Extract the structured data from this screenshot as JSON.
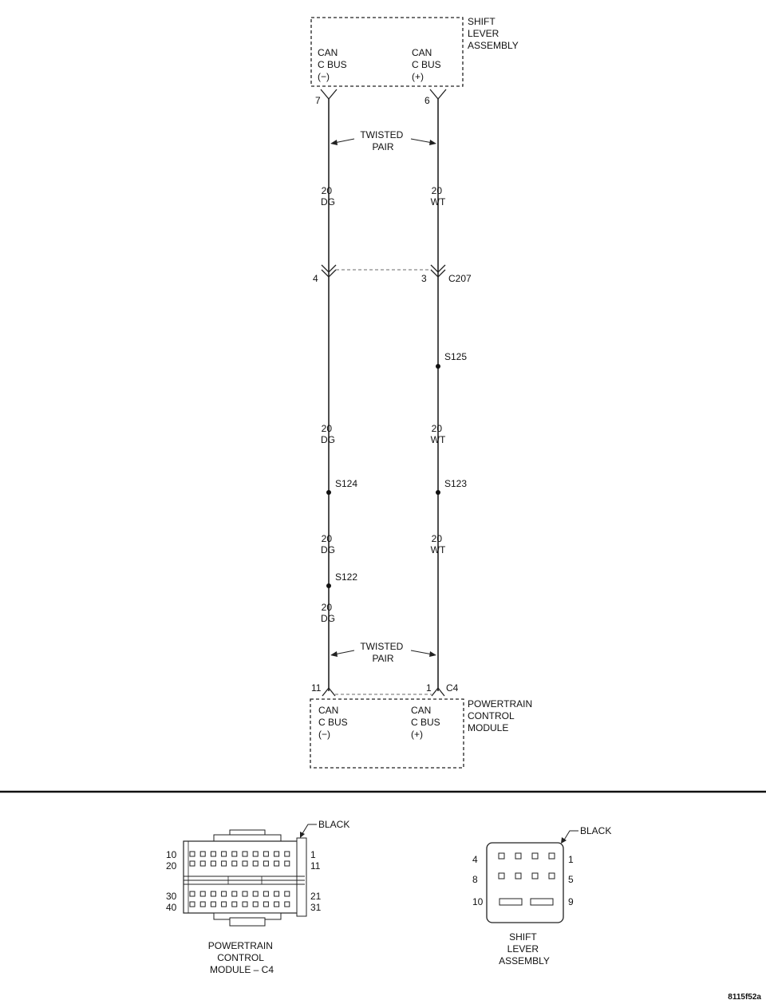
{
  "top_module": {
    "name_lines": [
      "SHIFT",
      "LEVER",
      "ASSEMBLY"
    ],
    "left_pin": {
      "lines": [
        "CAN",
        "C BUS",
        "(−)"
      ],
      "cavity": "7"
    },
    "right_pin": {
      "lines": [
        "CAN",
        "C BUS",
        "(+)"
      ],
      "cavity": "6"
    }
  },
  "bottom_module": {
    "name_lines": [
      "POWERTRAIN",
      "CONTROL",
      "MODULE"
    ],
    "left_pin": {
      "lines": [
        "CAN",
        "C BUS",
        "(−)"
      ],
      "cavity": "11"
    },
    "right_pin": {
      "lines": [
        "CAN",
        "C BUS",
        "(+)"
      ],
      "cavity": "1"
    },
    "connector": "C4"
  },
  "twisted_pair": [
    "TWISTED",
    "PAIR"
  ],
  "inline_connector": {
    "name": "C207",
    "left_cavity": "4",
    "right_cavity": "3"
  },
  "left_wire_labels": [
    [
      "20",
      "DG"
    ],
    [
      "20",
      "DG"
    ],
    [
      "20",
      "DG"
    ],
    [
      "20",
      "DG"
    ]
  ],
  "right_wire_labels": [
    [
      "20",
      "WT"
    ],
    [
      "20",
      "WT"
    ],
    [
      "20",
      "WT"
    ]
  ],
  "splices": {
    "s125": "S125",
    "s124": "S124",
    "s123": "S123",
    "s122": "S122"
  },
  "connector_views": {
    "pcm": {
      "color_label": "BLACK",
      "pin_numbers": {
        "r1_left": "10",
        "r2_left": "20",
        "r3_left": "30",
        "r4_left": "40",
        "r1_right": "1",
        "r2_right": "11",
        "r3_right": "21",
        "r4_right": "31"
      },
      "caption": [
        "POWERTRAIN",
        "CONTROL",
        "MODULE – C4"
      ]
    },
    "shift_lever": {
      "color_label": "BLACK",
      "pin_numbers": {
        "r1_left": "4",
        "r1_right": "1",
        "r2_left": "8",
        "r2_right": "5",
        "r3_left": "10",
        "r3_right": "9"
      },
      "caption": [
        "SHIFT",
        "LEVER",
        "ASSEMBLY"
      ]
    }
  },
  "figure_id": "8115f52a"
}
